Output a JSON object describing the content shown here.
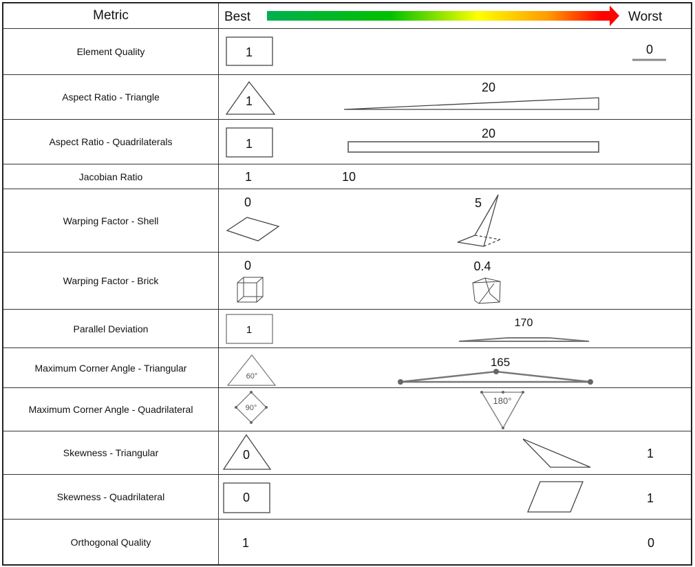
{
  "header": {
    "metric": "Metric",
    "best": "Best",
    "worst": "Worst",
    "gradient_colors": [
      "#00b050",
      "#00c000",
      "#ffff00",
      "#ff9900",
      "#ff0000"
    ]
  },
  "rows": [
    {
      "metric": "Element Quality",
      "best": "1",
      "worst": "0"
    },
    {
      "metric": "Aspect Ratio - Triangle",
      "best": "1",
      "worst": "20"
    },
    {
      "metric": "Aspect Ratio - Quadrilaterals",
      "best": "1",
      "worst": "20"
    },
    {
      "metric": "Jacobian Ratio",
      "best": "1",
      "worst": "10"
    },
    {
      "metric": "Warping Factor - Shell",
      "best": "0",
      "worst": "5"
    },
    {
      "metric": "Warping Factor - Brick",
      "best": "0",
      "worst": "0.4"
    },
    {
      "metric": "Parallel Deviation",
      "best": "1",
      "worst": "170"
    },
    {
      "metric": "Maximum Corner Angle - Triangular",
      "best": "60°",
      "worst": "165"
    },
    {
      "metric": "Maximum Corner Angle - Quadrilateral",
      "best": "90°",
      "worst": "180°"
    },
    {
      "metric": "Skewness - Triangular",
      "best": "0",
      "worst": "1"
    },
    {
      "metric": "Skewness - Quadrilateral",
      "best": "0",
      "worst": "1"
    },
    {
      "metric": "Orthogonal Quality",
      "best": "1",
      "worst": "0"
    }
  ]
}
